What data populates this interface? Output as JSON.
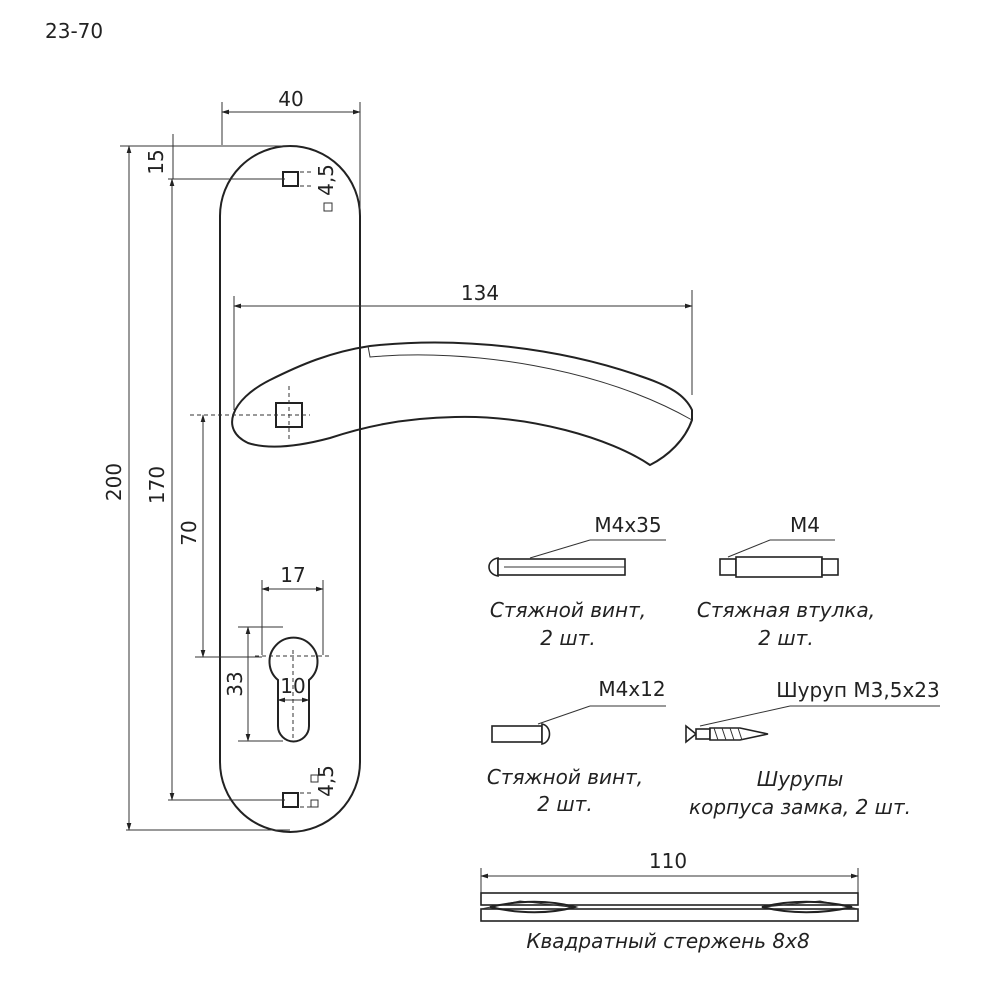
{
  "drawing_id": "23-70",
  "dimensions": {
    "plate_width": "40",
    "top_offset": "15",
    "hole_diameter_top": "4,5",
    "overall_height": "200",
    "hole_spacing": "170",
    "handle_length": "134",
    "axis_to_cylinder": "70",
    "cylinder_width": "17",
    "cylinder_height": "33",
    "cylinder_neck": "10",
    "hole_diameter_bottom": "4,5"
  },
  "parts": [
    {
      "spec": "M4x35",
      "caption": [
        "Стяжной винт,",
        "2 шт."
      ]
    },
    {
      "spec": "M4",
      "caption": [
        "Стяжная втулка,",
        "2 шт."
      ]
    },
    {
      "spec": "M4x12",
      "caption": [
        "Стяжной винт,",
        "2 шт."
      ]
    },
    {
      "spec": "Шуруп М3,5x23",
      "caption": [
        "Шурупы",
        "корпуса замка, 2 шт."
      ]
    }
  ],
  "spindle": {
    "length": "110",
    "caption": "Квадратный стержень 8x8"
  }
}
